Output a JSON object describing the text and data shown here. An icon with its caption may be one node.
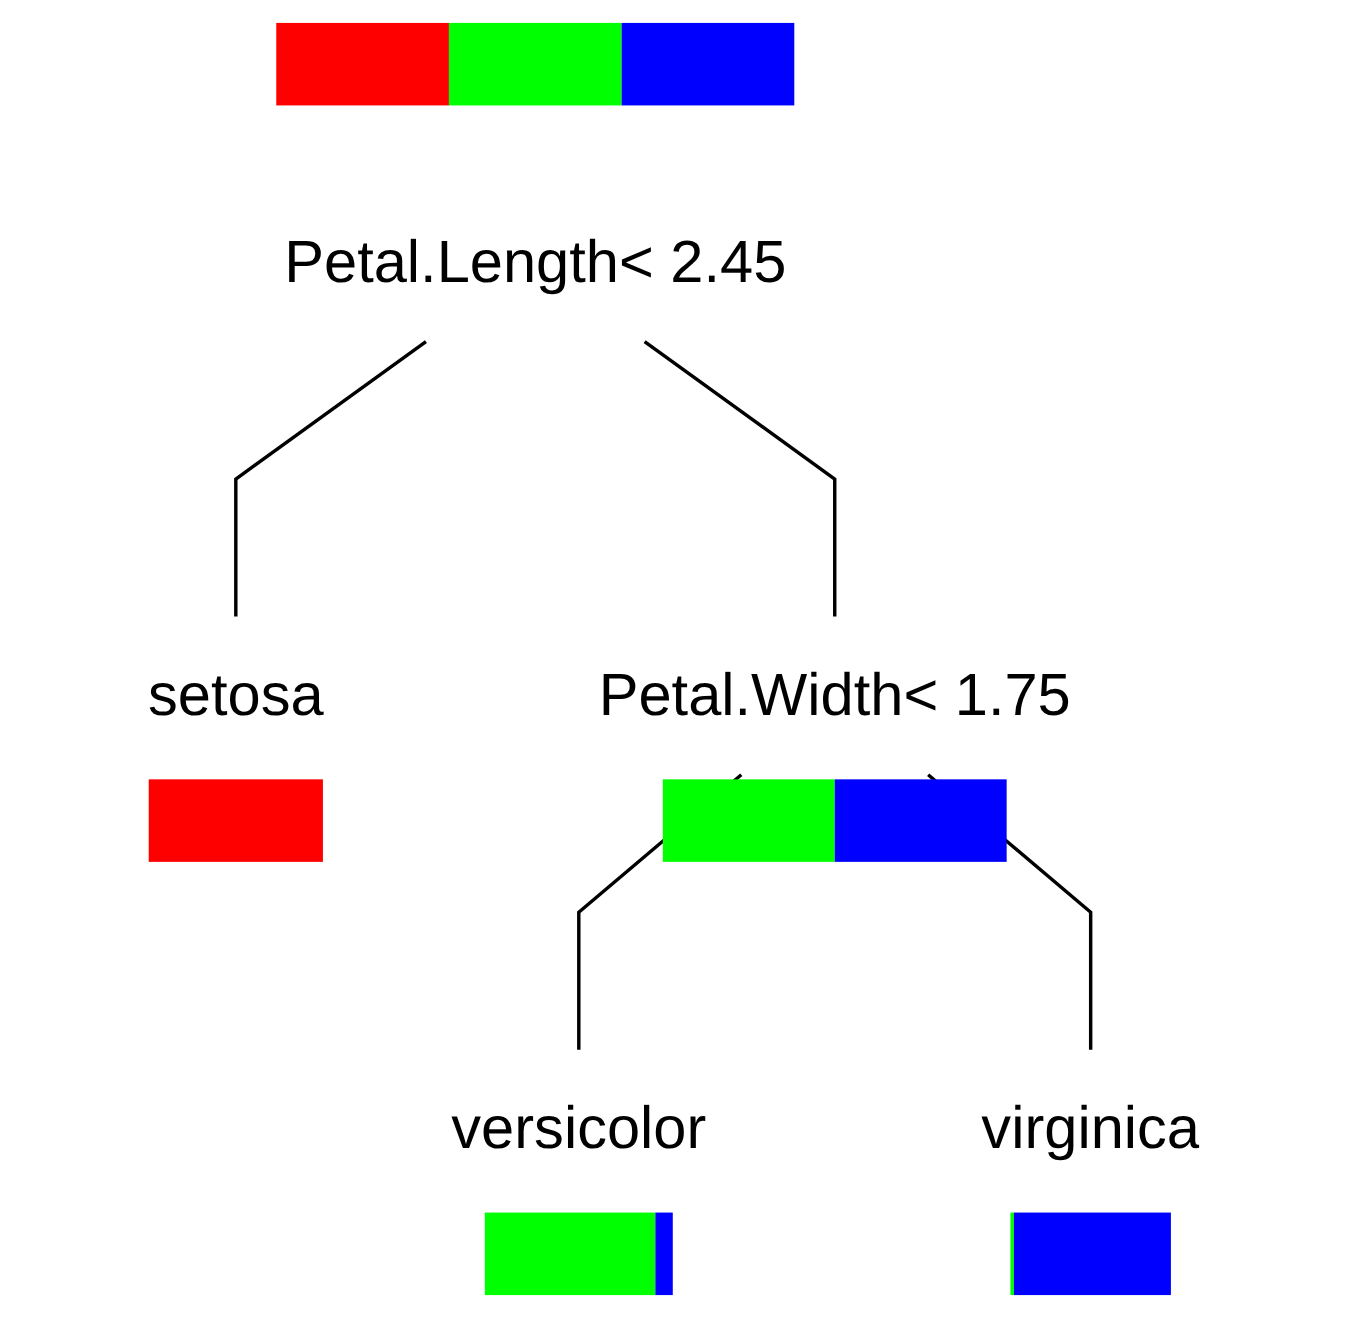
{
  "diagram": {
    "nodes": [
      {
        "text": [
          "Petal.Length< 2.45"
        ]
      },
      {
        "text": [
          "setosa"
        ]
      },
      {
        "text": [
          "Petal.Width< 1.75"
        ]
      },
      {
        "text": [
          "versicolor"
        ]
      },
      {
        "text": [
          "virginica"
        ]
      }
    ],
    "edges": [
      {
        "from": 0,
        "to": 1,
        "arrow": "none"
      },
      {
        "from": 0,
        "to": 2,
        "arrow": "none"
      },
      {
        "from": 2,
        "to": 3,
        "arrow": "none"
      },
      {
        "from": 2,
        "to": 4,
        "arrow": "none"
      }
    ]
  }
}
